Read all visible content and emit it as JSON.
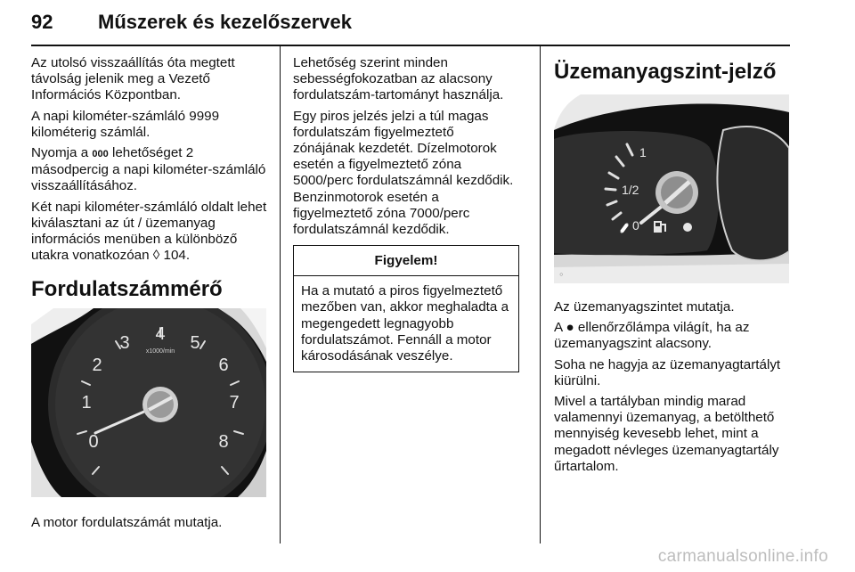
{
  "header": {
    "page_number": "92",
    "chapter_title": "Műszerek és kezelőszervek"
  },
  "col1": {
    "p1": "Az utolsó visszaállítás óta megtett távolság jelenik meg a Vezető Információs Központban.",
    "p2": "A napi kilométer-számláló 9999 kilométerig számlál.",
    "p3_pre": "Nyomja a ",
    "p3_symbol": "000",
    "p3_post": " lehetőséget 2 másodpercig a napi kilométer-számláló visszaállításához.",
    "p4_pre": "Két napi kilométer-számláló oldalt lehet kiválasztani az út / üzemanyag információs menüben a különböző utakra vonatkozóan ",
    "p4_ref_symbol": "◊",
    "p4_ref_page": " 104.",
    "heading": "Fordulatszámmérő",
    "tach_caption": "A motor fordulatszámát mutatja.",
    "tach_scale": [
      "0",
      "1",
      "2",
      "3",
      "4",
      "5",
      "6",
      "7",
      "8"
    ],
    "tach_unit": "x1000/min"
  },
  "col2": {
    "p1": "Lehetőség szerint minden sebességfokozatban az alacsony fordulatszám-tartományt használja.",
    "p2": "Egy piros jelzés jelzi a túl magas fordulatszám figyelmeztető zónájának kezdetét. Dízelmotorok esetén a figyelmeztető zóna 5000/perc fordulatszámnál kezdődik. Benzinmotorok esetén a figyelmeztető zóna 7000/perc fordulatszámnál kezdődik.",
    "warning_title": "Figyelem!",
    "warning_text": "Ha a mutató a piros figyelmeztető mezőben van, akkor meghaladta a megengedett legnagyobb fordulatszámot. Fennáll a motor károsodásának veszélye."
  },
  "col3": {
    "heading": "Üzemanyagszint-jelző",
    "fuel_scale": [
      "1",
      "1/2",
      "0"
    ],
    "fuel_icon": "fuel-pump-icon",
    "p1": "Az üzemanyagszintet mutatja.",
    "p2_pre": "A ",
    "p2_symbol": "●",
    "p2_post": " ellenőrzőlámpa világít, ha az üzemanyagszint alacsony.",
    "p3": "Soha ne hagyja az üzemanyagtartályt kiürülni.",
    "p4": "Mivel a tartályban mindig marad valamennyi üzemanyag, a betölthető mennyiség kevesebb lehet, mint a megadott névleges üzemanyagtartály űrtartalom."
  },
  "watermark": "carmanualsonline.info"
}
